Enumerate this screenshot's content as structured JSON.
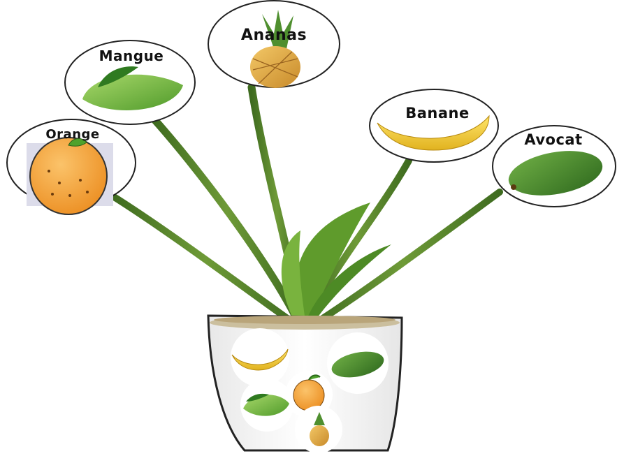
{
  "fruits": {
    "orange": {
      "label": "Orange"
    },
    "mango": {
      "label": "Mangue"
    },
    "pineapple": {
      "label": "Ananas"
    },
    "banana": {
      "label": "Banane"
    },
    "avocado": {
      "label": "Avocat"
    }
  },
  "colors": {
    "stem": "#5f8a2e",
    "leaf": "#6fae3a",
    "orange": "#f2a33a",
    "mango": "#7cbf3f",
    "pineapple": "#e6b04a",
    "banana": "#f3d23a",
    "avocado": "#4f8f2f",
    "pot": "#f4f4f4",
    "pot_outline": "#222222"
  }
}
